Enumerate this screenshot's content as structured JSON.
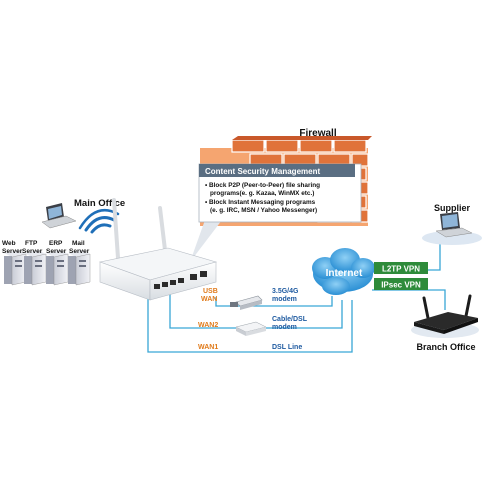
{
  "firewall": {
    "label": "Firewall"
  },
  "content_security": {
    "title": "Content Security Management",
    "bullets": [
      {
        "lines": [
          "• Block P2P (Peer-to-Peer) file sharing",
          "programs(e. g. Kazaa, WinMX etc.)"
        ]
      },
      {
        "lines": [
          "• Block Instant Messaging programs",
          "(e. g. IRC, MSN / Yahoo Messenger)"
        ]
      }
    ]
  },
  "main_office": {
    "label": "Main Office"
  },
  "servers": [
    {
      "lines": [
        "Web",
        "Server"
      ]
    },
    {
      "lines": [
        "FTP",
        "Server"
      ]
    },
    {
      "lines": [
        "ERP",
        "Server"
      ]
    },
    {
      "lines": [
        "Mail",
        "Server"
      ]
    }
  ],
  "internet": {
    "label": "Internet"
  },
  "supplier": {
    "label": "Supplier"
  },
  "branch_office": {
    "label": "Branch Office"
  },
  "vpn": {
    "l2tp": "L2TP VPN",
    "ipsec": "IPsec VPN"
  },
  "ports": {
    "usb_wan": [
      "USB",
      "WAN"
    ],
    "wan2": "WAN2",
    "wan1": "WAN1"
  },
  "links": {
    "modem_3g": [
      "3.5G/4G",
      "modem"
    ],
    "cable_dsl": [
      "Cable/DSL",
      "modem"
    ],
    "dsl_line": "DSL Line"
  },
  "colors": {
    "brick": "#e0733a",
    "brick_light": "#f5a570",
    "csm_title_bg": "#5a6e82",
    "vpn_green": "#2e8b3a",
    "internet_blue": "#2a8fd4",
    "port_orange": "#e07a1a",
    "link_blue": "#1e5aa0",
    "line_cyan": "#39a6d6"
  }
}
